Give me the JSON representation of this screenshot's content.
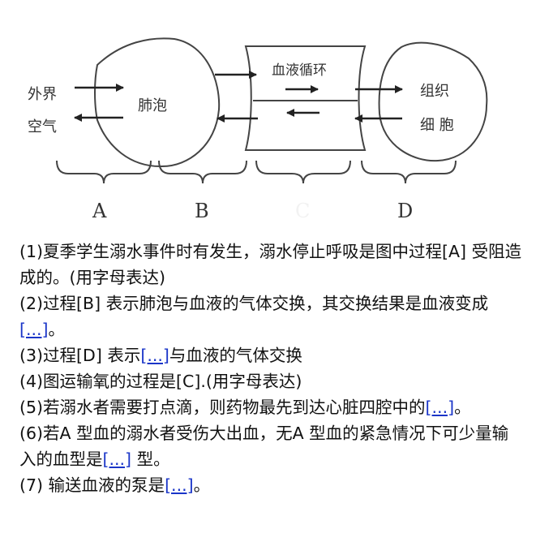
{
  "diagram": {
    "outside_air_line1": "外界",
    "outside_air_line2": "空气",
    "alveoli": "肺泡",
    "blood_circulation": "血液循环",
    "tissue_cells_line1": "组织",
    "tissue_cells_line2": "细 胞",
    "stage_labels": [
      "A",
      "B",
      "C",
      "D"
    ]
  },
  "questions": [
    {
      "parts": [
        {
          "text": "(1)夏季学生溺水事件时有发生，溺水停止呼吸是图中过程[A] 受阻造成的。(用字母表达)"
        }
      ]
    },
    {
      "parts": [
        {
          "text": "(2)过程[B] 表示肺泡与血液的气体交换，其交换结果是血液变成"
        },
        {
          "blank": "[...]"
        },
        {
          "text": "。"
        }
      ]
    },
    {
      "parts": [
        {
          "text": "(3)过程[D] 表示"
        },
        {
          "blank": "[...]"
        },
        {
          "text": "与血液的气体交换"
        }
      ]
    },
    {
      "parts": [
        {
          "text": "(4)图运输氧的过程是[C].(用字母表达)"
        }
      ]
    },
    {
      "parts": [
        {
          "text": "(5)若溺水者需要打点滴，则药物最先到达心脏四腔中的"
        },
        {
          "blank": "[...]"
        },
        {
          "text": "。"
        }
      ]
    },
    {
      "parts": [
        {
          "text": "(6)若A 型血的溺水者受伤大出血，无A 型血的紧急情况下可少量输入的血型是"
        },
        {
          "blank": "[...]"
        },
        {
          "text": " 型。"
        }
      ]
    },
    {
      "parts": [
        {
          "text": "(7) 输送血液的泵是"
        },
        {
          "blank": "[...]"
        },
        {
          "text": "。"
        }
      ]
    }
  ]
}
